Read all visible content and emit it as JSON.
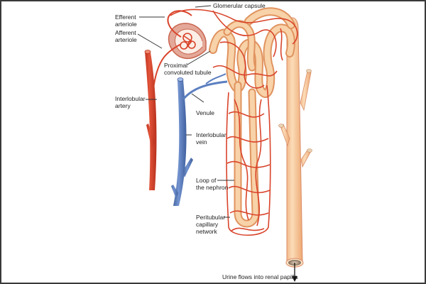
{
  "figure": {
    "title": "Nephron and associated blood vessels",
    "colors": {
      "artery": "#d9442b",
      "artery_dark": "#b8321e",
      "vein": "#5b7fc0",
      "vein_dark": "#3f5f9e",
      "tubule": "#f6c89a",
      "tubule_dark": "#e8a26a",
      "tubule_edge": "#d98c66",
      "capsule": "#d99a8a",
      "border": "#3a3a3a"
    }
  },
  "labels": {
    "efferent": [
      "Efferent",
      "arteriole"
    ],
    "afferent": [
      "Afferent",
      "arteriole"
    ],
    "glomerular_capsule": "Glomerular capsule",
    "proximal": [
      "Proximal",
      "convoluted tubule"
    ],
    "interlobular_artery": [
      "Interlobular",
      "artery"
    ],
    "venule": "Venule",
    "interlobular_vein": [
      "Interlobular",
      "vein"
    ],
    "loop": [
      "Loop of",
      "the nephron"
    ],
    "peritubular": [
      "Peritubular",
      "capillary",
      "network"
    ],
    "urine": "Urine flows into renal papilla"
  }
}
